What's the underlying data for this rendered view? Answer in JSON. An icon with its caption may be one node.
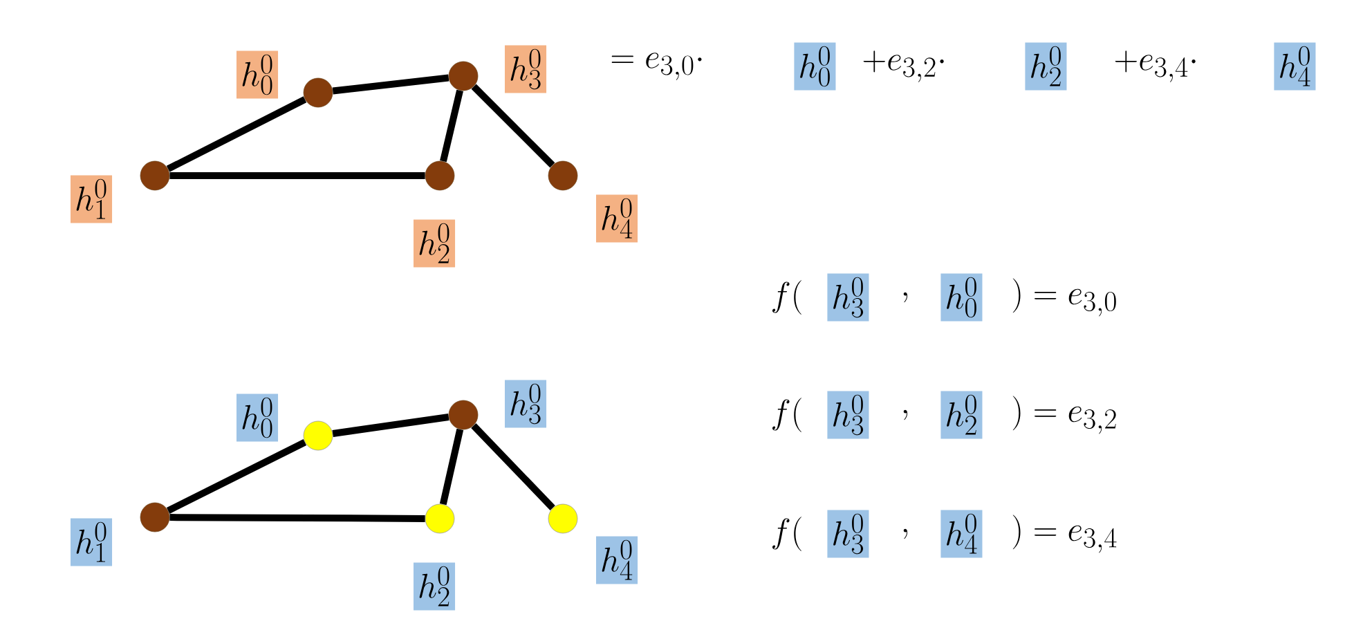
{
  "diagram": {
    "nodes": [
      {
        "text": [],
        "shape": "circle",
        "beside": [
          "h_0^0"
        ]
      },
      {
        "text": [],
        "shape": "circle",
        "beside": [
          "h_1^0"
        ]
      },
      {
        "text": [],
        "shape": "circle",
        "beside": [
          "h_2^0"
        ]
      },
      {
        "text": [],
        "shape": "circle",
        "beside": [
          "h_3^0"
        ]
      },
      {
        "text": [],
        "shape": "circle",
        "beside": [
          "h_4^0"
        ]
      },
      {
        "text": [],
        "shape": "circle",
        "beside": [
          "h_0^0"
        ]
      },
      {
        "text": [],
        "shape": "circle",
        "beside": [
          "h_1^0"
        ]
      },
      {
        "text": [],
        "shape": "circle",
        "beside": [
          "h_2^0"
        ]
      },
      {
        "text": [],
        "shape": "circle",
        "beside": [
          "h_3^0"
        ]
      },
      {
        "text": [],
        "shape": "circle",
        "beside": [
          "h_4^0"
        ]
      }
    ],
    "edges": [
      {
        "from": 1,
        "to": 0,
        "arrow": "none"
      },
      {
        "from": 0,
        "to": 3,
        "arrow": "none"
      },
      {
        "from": 1,
        "to": 2,
        "arrow": "none"
      },
      {
        "from": 2,
        "to": 3,
        "arrow": "none"
      },
      {
        "from": 3,
        "to": 4,
        "arrow": "none"
      },
      {
        "from": 6,
        "to": 5,
        "arrow": "none"
      },
      {
        "from": 5,
        "to": 8,
        "arrow": "none"
      },
      {
        "from": 6,
        "to": 7,
        "arrow": "none"
      },
      {
        "from": 7,
        "to": 8,
        "arrow": "none"
      },
      {
        "from": 8,
        "to": 9,
        "arrow": "none"
      }
    ],
    "labels": [
      "= e_{3,0} \\cdot",
      "h_0^0",
      "+e_{3,2} \\cdot",
      "h_2^0",
      "+e_{3,4} \\cdot",
      "h_4^0",
      "f(",
      "h_3^0",
      ",",
      "h_0^0",
      ") = e_{3,0}",
      "f(",
      "h_3^0",
      ",",
      "h_2^0",
      ") = e_{3,2}",
      "f(",
      "h_3^0",
      ",",
      "h_4^0",
      ") = e_{3,4}"
    ]
  }
}
